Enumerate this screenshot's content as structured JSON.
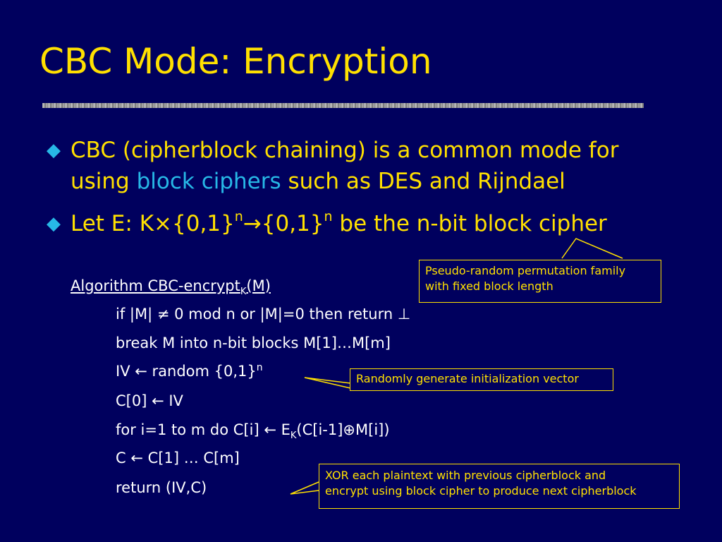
{
  "slide": {
    "title": "CBC Mode: Encryption",
    "bullets": [
      {
        "line1_pre": "CBC (cipherblock chaining) is a common mode for",
        "line2_pre": "using ",
        "line2_highlight": "block ciphers",
        "line2_post": " such as DES and Rijndael"
      },
      {
        "pre": "Let E: K×{0,1}",
        "sup1": "n",
        "mid": "→{0,1}",
        "sup2": "n",
        "post": " be the n-bit block cipher"
      }
    ],
    "bullet_glyph": "◆",
    "algorithm": {
      "header_pre": "Algorithm CBC-encrypt",
      "header_sub": "K",
      "header_post": "(M)",
      "line1": "if |M| ≠ 0 mod n or |M|=0 then return ⊥",
      "line2": "break M into n-bit blocks M[1]…M[m]",
      "line3_pre": "IV ← random {0,1}",
      "line3_sup": "n",
      "line4": "C[0] ← IV",
      "line5_pre": "for i=1 to m do  C[i] ← E",
      "line5_sub": "K",
      "line5_post": "(C[i-1]⊕M[i])",
      "line6": "C ← C[1] … C[m]",
      "line7": "return (IV,C)"
    },
    "notes": {
      "prp_line1": "Pseudo-random permutation family",
      "prp_line2": "with fixed block length",
      "iv": "Randomly generate initialization vector",
      "xor_line1": "XOR each plaintext with previous cipherblock and",
      "xor_line2": "encrypt using block cipher to produce next cipherblock"
    },
    "colors": {
      "background": "#00005e",
      "title": "#ffe000",
      "accent": "#27b8e6",
      "body_text": "#ffffff"
    }
  }
}
